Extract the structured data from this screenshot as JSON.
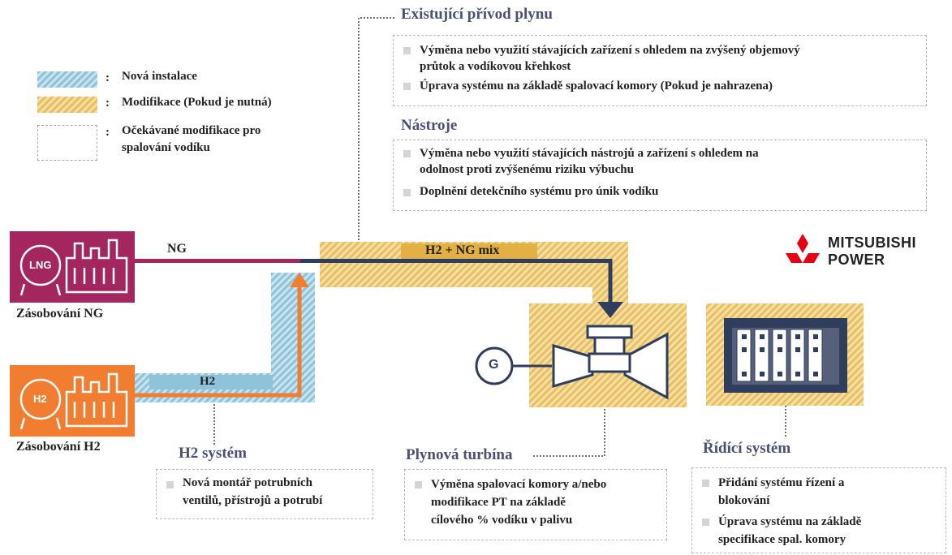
{
  "legend": {
    "new_install": "Nová instalace",
    "modification": "Modifikace (Pokud je nutná)",
    "expected_line1": "Očekávané modifikace pro",
    "expected_line2": "spalování vodíku",
    "colon": ":"
  },
  "existing_supply": {
    "title": "Existující přívod plynu",
    "items": [
      {
        "line1": "Výměna nebo využití stávajících zařízení s ohledem na zvýšený objemový",
        "line2": "průtok a vodíkovou křehkost"
      },
      {
        "line1": "Úprava systému na základě spalovací komory (Pokud je nahrazena)"
      }
    ]
  },
  "instruments": {
    "title": "Nástroje",
    "items": [
      {
        "line1": "Výměna nebo využití stávajících nástrojů a zařízení s ohledem na",
        "line2": "odolnost proti zvýšenému riziku výbuchu"
      },
      {
        "line1": "Doplnění detekčního systému pro únik vodíku"
      }
    ]
  },
  "lng_supply": {
    "icon_label": "LNG",
    "caption": "Zásobování NG",
    "color": "#a3265e"
  },
  "h2_supply": {
    "icon_label": "H2",
    "caption": "Zásobování H2",
    "color": "#f07d30"
  },
  "pipes": {
    "ng": "NG",
    "h2": "H2",
    "mix": "H2 + NG mix"
  },
  "logo": {
    "line1": "MITSUBISHI",
    "line2": "POWER",
    "color": "#e60012"
  },
  "generator": {
    "label": "G"
  },
  "h2_system": {
    "title": "H2 systém",
    "items": [
      {
        "line1": "Nová montář potrubních",
        "line2": "ventilů, přístrojů a potrubí"
      }
    ]
  },
  "gas_turbine": {
    "title": "Plynová turbína",
    "items": [
      {
        "line1": "Výměna spalovací komory a/nebo",
        "line2": "modifikace PT na základě",
        "line3": "cílového % vodíku v palivu"
      }
    ]
  },
  "control_system": {
    "title": "Řídící systém",
    "items": [
      {
        "line1": "Přidání systému řízení a",
        "line2": "blokování"
      },
      {
        "line1": "Úprava systému na základě",
        "line2": "specifikace spal. komory"
      }
    ]
  },
  "colors": {
    "pipe_ng": "#a3265e",
    "pipe_h2": "#f07d30",
    "navy": "#2f3e5c",
    "heading": "#4a4f73"
  }
}
